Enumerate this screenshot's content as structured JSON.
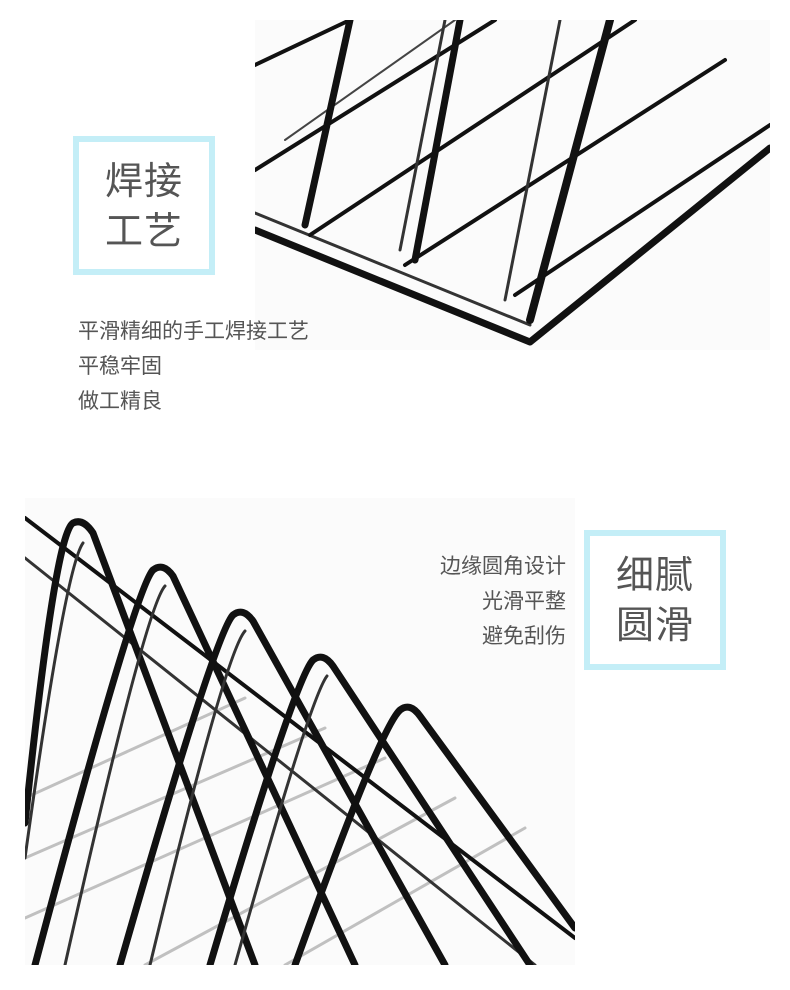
{
  "sections": [
    {
      "photo": "welded-wire-rack-photo",
      "badge": {
        "line1": "焊接",
        "line2": "工艺"
      },
      "description": [
        "平滑精细的手工焊接工艺",
        "平稳牢固",
        "做工精良"
      ]
    },
    {
      "photo": "rounded-wire-rack-photo",
      "badge": {
        "line1": "细腻",
        "line2": "圆滑"
      },
      "description": [
        "边缘圆角设计",
        "光滑平整",
        "避免刮伤"
      ]
    }
  ],
  "colors": {
    "badge_border": "#c4eef7",
    "text": "#555555",
    "wire": "#111111"
  }
}
